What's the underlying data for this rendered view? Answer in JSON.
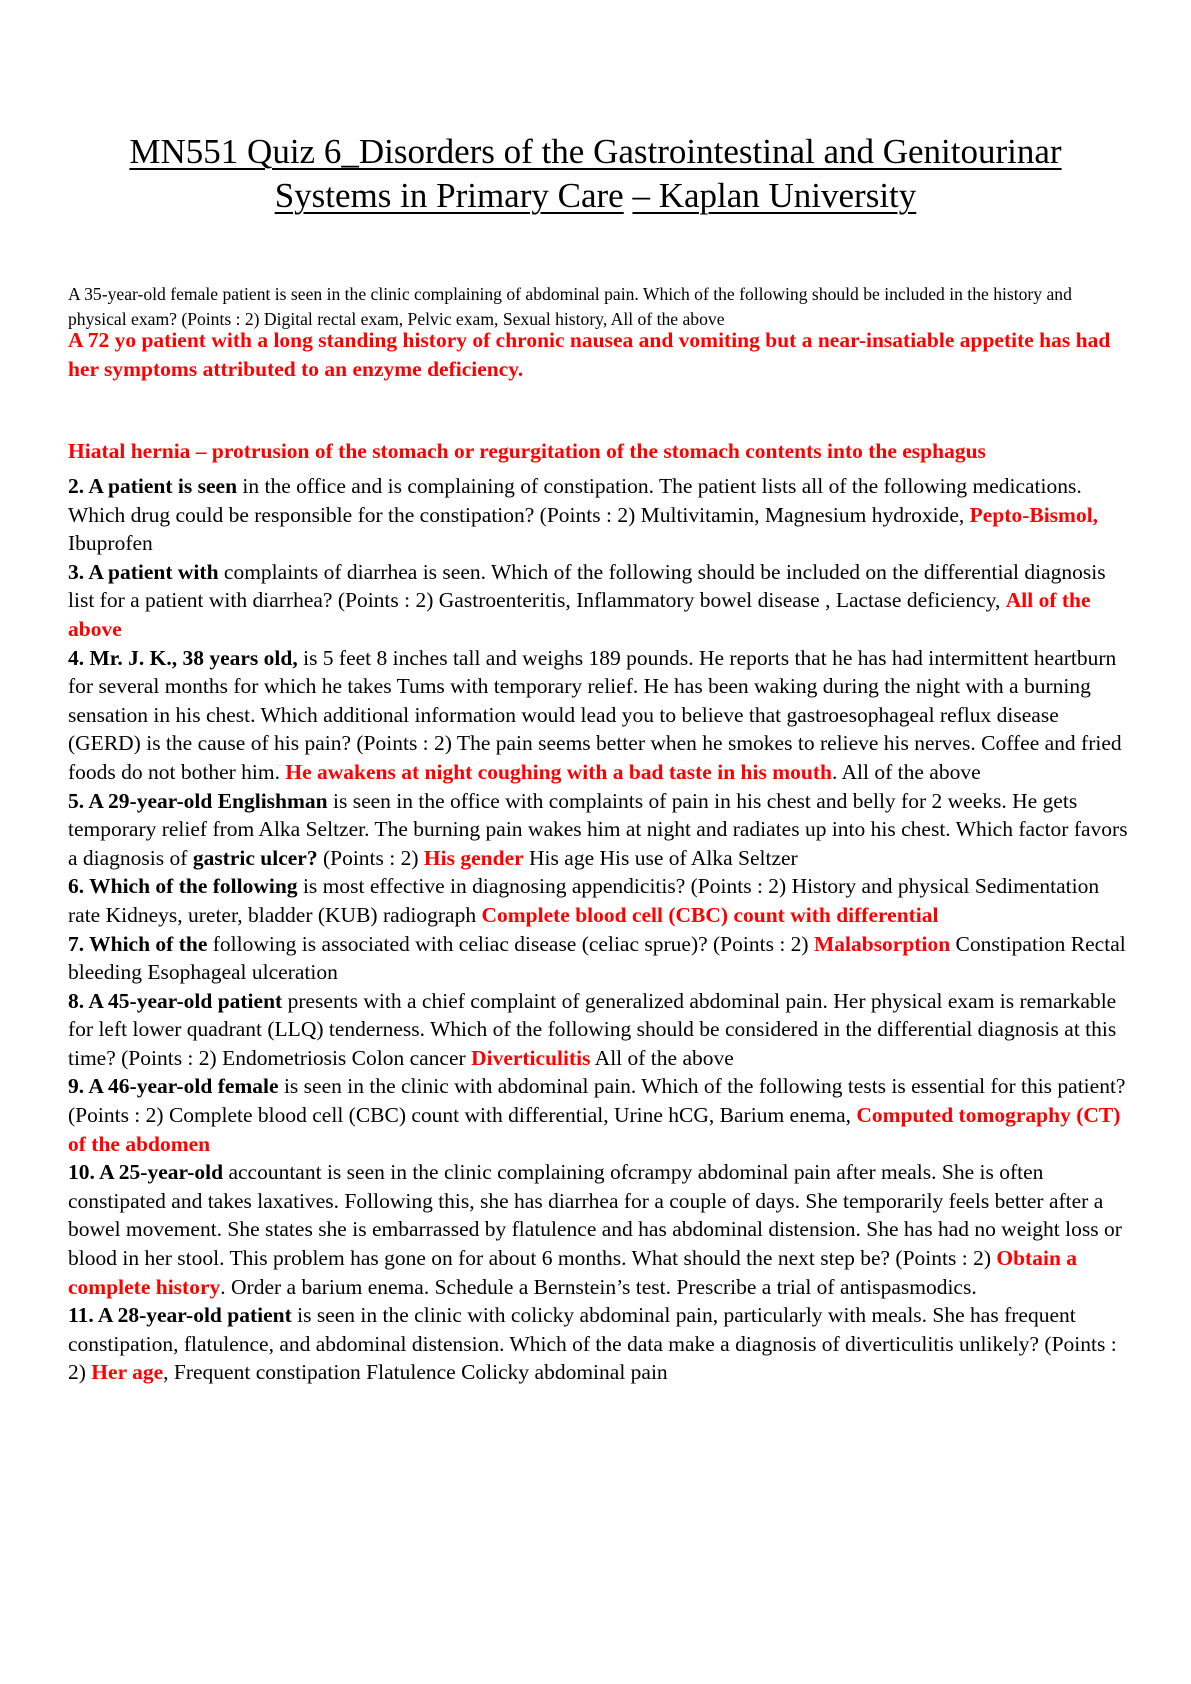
{
  "title": {
    "line1": "MN551 Quiz 6_Disorders of the Gastrointestinal and Genitourinar",
    "line2a": "Systems in Primary Care",
    "line2b": " – ",
    "line2c": "– Kaplan University"
  },
  "intro": "A 35-year-old female patient is seen in the clinic complaining of abdominal pain. Which of the following should be included in the history and physical exam? (Points : 2) Digital rectal exam, Pelvic exam, Sexual history, All of the above",
  "highlight": "A 72 yo patient with a long standing history of chronic nausea and vomiting but a near-insatiable appetite has had her symptoms attributed to an enzyme deficiency.",
  "hiatal": "Hiatal hernia – protrusion of the stomach or regurgitation of the stomach contents into the esphagus",
  "q2": {
    "lead": "2. A patient is seen",
    "text1": " in the office and is complaining of constipation. The patient lists all of the following medications. Which drug could be responsible for the constipation? (Points : 2) Multivitamin, Magnesium hydroxide, ",
    "answer": "Pepto-Bismol,",
    "text2": " Ibuprofen"
  },
  "q3": {
    "lead": "3. A patient with",
    "text1": " complaints of diarrhea is seen. Which of the following should be included on the differential diagnosis list for a patient with diarrhea? (Points : 2) Gastroenteritis, Inflammatory bowel disease , Lactase deficiency, ",
    "answer": "All of the above"
  },
  "q4": {
    "lead": "4. Mr. J. K., 38 years old,",
    "text1": " is 5 feet 8 inches tall and weighs 189 pounds. He reports that he has had intermittent heartburn for several months for which he takes Tums with temporary relief. He has been waking during the night with a burning sensation in his chest. Which additional information would lead you to believe that gastroesophageal reflux disease (GERD) is the cause of his pain? (Points : 2) The pain seems better when he smokes to relieve his nerves. Coffee and fried foods do not bother him. ",
    "answer": "He awakens at night coughing with a bad taste in his mouth",
    "text2": ". All of the above"
  },
  "q5": {
    "lead": "5. A 29-year-old Englishman",
    "text1": " is seen in the office with complaints of pain in his chest and belly for 2 weeks. He gets temporary relief from Alka Seltzer. The burning pain wakes him at night and radiates up into his chest. Which factor favors a diagnosis of ",
    "bold2": "gastric ulcer?",
    "text2": " (Points : 2) ",
    "answer": "His gender",
    "text3": " His age His use of Alka Seltzer"
  },
  "q6": {
    "lead": "6. Which of the following",
    "text1": " is most effective in diagnosing appendicitis? (Points : 2) History and physical Sedimentation rate Kidneys, ureter, bladder (KUB) radiograph ",
    "answer": "Complete blood cell (CBC) count with differential"
  },
  "q7": {
    "lead": "7. Which of the",
    "text1": " following is associated with celiac disease (celiac sprue)? (Points : 2) ",
    "answer": "Malabsorption",
    "text2": " Constipation Rectal bleeding Esophageal ulceration"
  },
  "q8": {
    "lead": "8. A 45-year-old patient",
    "text1": " presents with a chief complaint of generalized abdominal pain. Her physical exam is remarkable for left lower quadrant (LLQ) tenderness. Which of the following should be considered in the differential diagnosis at this time? (Points : 2) Endometriosis Colon cancer ",
    "answer": "Diverticulitis",
    "text2": " All of the above"
  },
  "q9": {
    "lead": "9. A 46-year-old female",
    "text1": " is seen in the clinic with abdominal pain. Which of the following tests is essential for this patient? (Points : 2) Complete blood cell (CBC) count with differential, Urine hCG, Barium enema, ",
    "answer": "Computed tomography (CT) of the abdomen"
  },
  "q10": {
    "lead": "10. A 25-year-old",
    "text1": " accountant is seen in the clinic complaining ofcrampy abdominal pain after meals. She is often constipated and takes laxatives. Following this, she has diarrhea for a couple of days. She temporarily feels better after a bowel movement. She states she is embarrassed by flatulence and has abdominal distension. She has had no weight loss or blood in her stool. This problem has gone on for about 6 months. What should the next step be? (Points : 2) ",
    "answer": "Obtain a complete history",
    "text2": ". Order a barium enema. Schedule a Bernstein’s test. Prescribe a trial of antispasmodics."
  },
  "q11": {
    "lead": "11. A 28-year-old patient",
    "text1": " is seen in the clinic with colicky abdominal pain, particularly with meals. She has frequent constipation, flatulence, and abdominal distension. Which of the data make a diagnosis of diverticulitis unlikely? (Points : 2) ",
    "answer": "Her age",
    "text2": ", Frequent constipation Flatulence Colicky abdominal pain"
  },
  "colors": {
    "answer_red": "#ff0000",
    "text": "#000000"
  }
}
